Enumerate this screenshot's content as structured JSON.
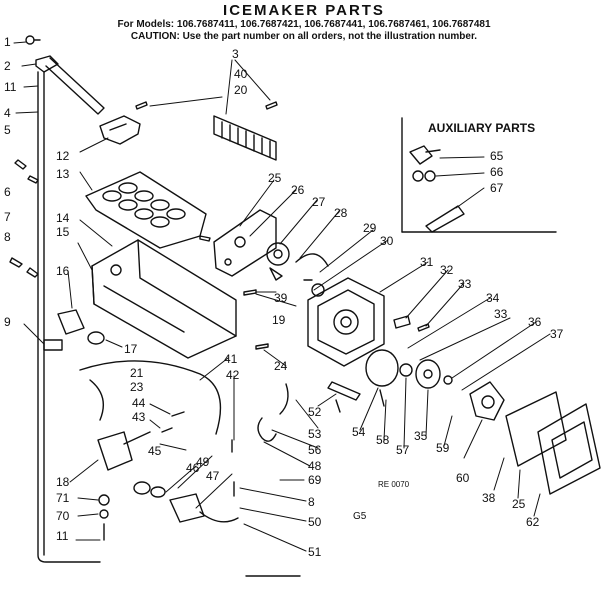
{
  "title": "ICEMAKER PARTS",
  "models_line": "For Models: 106.7687411, 106.7687421, 106.7687441, 106.7687461, 106.7687481",
  "caution": "CAUTION: Use the part number on all orders, not the illustration number.",
  "auxiliary_title": "AUXILIARY PARTS",
  "ref_code": "RE 0070",
  "figure_code": "G5",
  "part_labels": [
    "1",
    "2",
    "11",
    "4",
    "5",
    "6",
    "7",
    "8",
    "9",
    "3",
    "40",
    "20",
    "12",
    "13",
    "14",
    "15",
    "16",
    "17",
    "21",
    "23",
    "44",
    "43",
    "45",
    "18",
    "71",
    "70",
    "11",
    "25",
    "26",
    "27",
    "28",
    "29",
    "30",
    "39",
    "19",
    "24",
    "31",
    "32",
    "33",
    "34",
    "33",
    "36",
    "37",
    "41",
    "42",
    "52",
    "53",
    "56",
    "48",
    "49",
    "46",
    "47",
    "8",
    "69",
    "50",
    "51",
    "54",
    "58",
    "57",
    "35",
    "59",
    "60",
    "38",
    "25",
    "62",
    "65",
    "66",
    "67"
  ]
}
